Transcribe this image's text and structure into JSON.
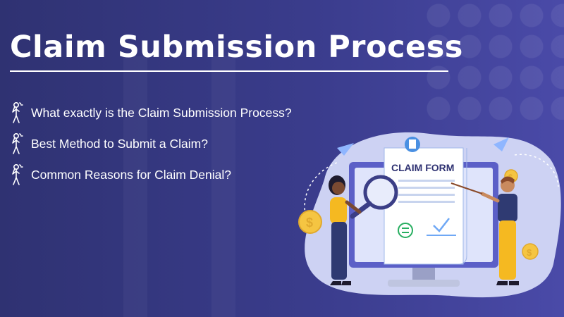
{
  "title": "Claim Submission Process",
  "bullets": [
    {
      "text": "What exactly is the Claim Submission Process?",
      "icon": "thinking-person-icon"
    },
    {
      "text": "Best Method to Submit a Claim?",
      "icon": "thinking-person-icon"
    },
    {
      "text": "Common Reasons for Claim Denial?",
      "icon": "thinking-person-icon"
    }
  ],
  "illustration": {
    "form_title": "CLAIM FORM"
  },
  "colors": {
    "background": "#2f3272",
    "text": "#ffffff",
    "blob": "#cdd2f3",
    "monitor": "#5b5fc7",
    "coin": "#f5c542",
    "check": "#27ae60",
    "form_heading": "#2f3272"
  }
}
